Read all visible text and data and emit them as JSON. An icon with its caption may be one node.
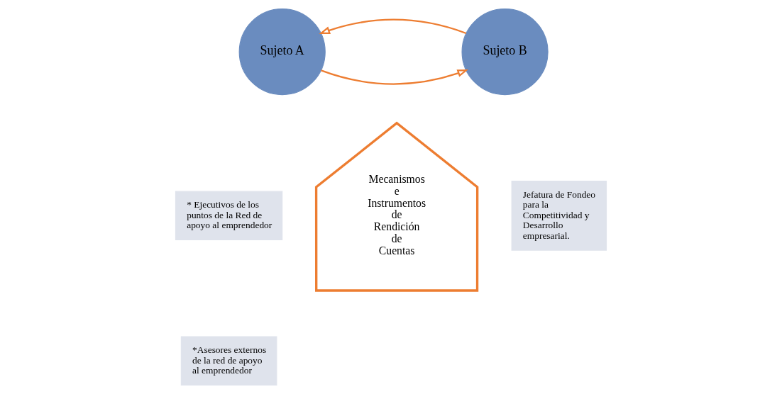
{
  "diagram": {
    "nodes": [
      {
        "text": [
          "Sujeto A"
        ]
      },
      {
        "text": [
          "Sujeto B"
        ]
      },
      {
        "text": [
          "* Ejecutivos de los puntos de la Red de apoyo al emprendedor"
        ]
      },
      {
        "text": [
          "*Asesores externos de la red de apoyo al emprendedor"
        ]
      },
      {
        "text": [
          "Mecanismos e Instrumentos de Rendición de Cuentas"
        ]
      },
      {
        "text": [
          "Jefatura de Fondeo para la Competitividad y Desarrollo empresarial."
        ]
      }
    ],
    "edges": [
      {
        "from": 0,
        "to": 1,
        "arrow": "to"
      },
      {
        "from": 1,
        "to": 0,
        "arrow": "to"
      }
    ]
  }
}
